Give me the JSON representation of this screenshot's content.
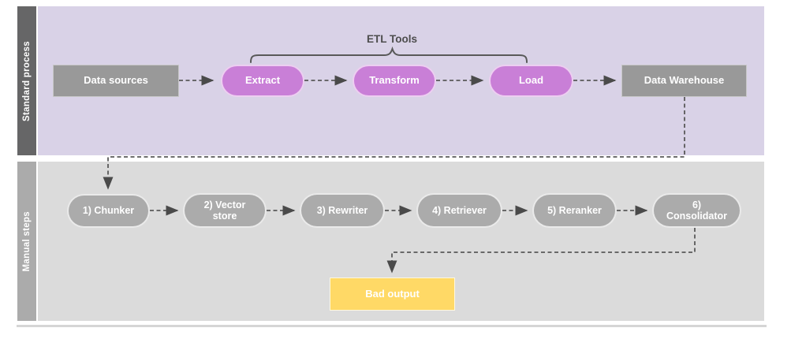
{
  "colors": {
    "lane-standard-bar": "#666667",
    "lane-standard-bg": "#d9d2e7",
    "lane-manual-bar": "#ababab",
    "lane-manual-bg": "#dbdbdb",
    "node-gray": "#999999",
    "pill-purple": "#c97fd7",
    "pill-purple-border": "#edcef1",
    "pill-gray": "#ababab",
    "node-yellow": "#ffd966",
    "connector": "#595959",
    "label-dark": "#4d4d4d"
  },
  "lanes": {
    "standard": "Standard process",
    "manual": "Manual steps"
  },
  "etl_group_label": "ETL Tools",
  "standard_process": {
    "data_sources": "Data sources",
    "extract": "Extract",
    "transform": "Transform",
    "load": "Load",
    "data_warehouse": "Data Warehouse"
  },
  "manual_steps": [
    "1) Chunker",
    "2) Vector store",
    "3) Rewriter",
    "4) Retriever",
    "5) Reranker",
    "6) Consolidator"
  ],
  "output": {
    "bad_output": "Bad output"
  }
}
